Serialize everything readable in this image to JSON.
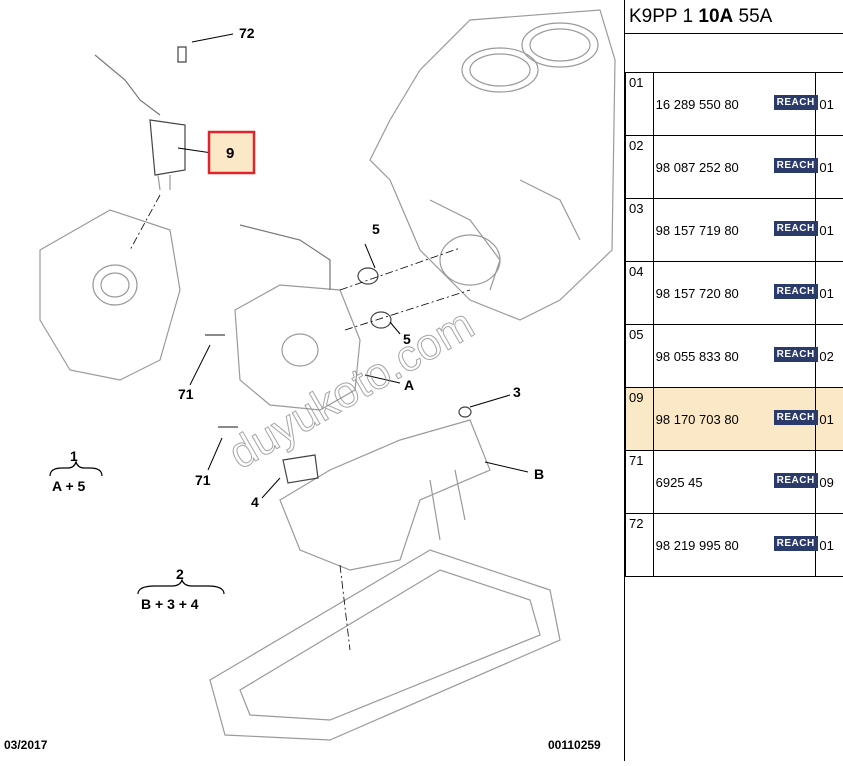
{
  "header": {
    "prefix": "K9PP 1",
    "bold": "10A",
    "suffix": "55A"
  },
  "parts": [
    {
      "index": "01",
      "ref": "16 289 550 80",
      "badge": "REACH",
      "qty": "01"
    },
    {
      "index": "02",
      "ref": "98 087 252 80",
      "badge": "REACH",
      "qty": "01"
    },
    {
      "index": "03",
      "ref": "98 157 719 80",
      "badge": "REACH",
      "qty": "01"
    },
    {
      "index": "04",
      "ref": "98 157 720 80",
      "badge": "REACH",
      "qty": "01"
    },
    {
      "index": "05",
      "ref": "98 055 833 80",
      "badge": "REACH",
      "qty": "02"
    },
    {
      "index": "09",
      "ref": "98 170 703 80",
      "badge": "REACH",
      "qty": "01",
      "highlight": true
    },
    {
      "index": "71",
      "ref": "6925 45",
      "badge": "REACH",
      "qty": "09"
    },
    {
      "index": "72",
      "ref": "98 219 995 80",
      "badge": "REACH",
      "qty": "01"
    }
  ],
  "diagram": {
    "callouts": {
      "c72": "72",
      "c9": "9",
      "c5a": "5",
      "c5b": "5",
      "c71a": "71",
      "c71b": "71",
      "cA": "A",
      "c3": "3",
      "cB": "B",
      "c4": "4"
    },
    "groups": {
      "g1_num": "1",
      "g1_text": "A + 5",
      "g2_num": "2",
      "g2_text": "B + 3 + 4"
    },
    "date": "03/2017",
    "code": "00110259",
    "watermark": "duyukoto.com"
  },
  "colors": {
    "highlight_box": "#e0242b",
    "reach_badge": "#2a3a6b",
    "highlight_row": "#fbe8c6"
  }
}
